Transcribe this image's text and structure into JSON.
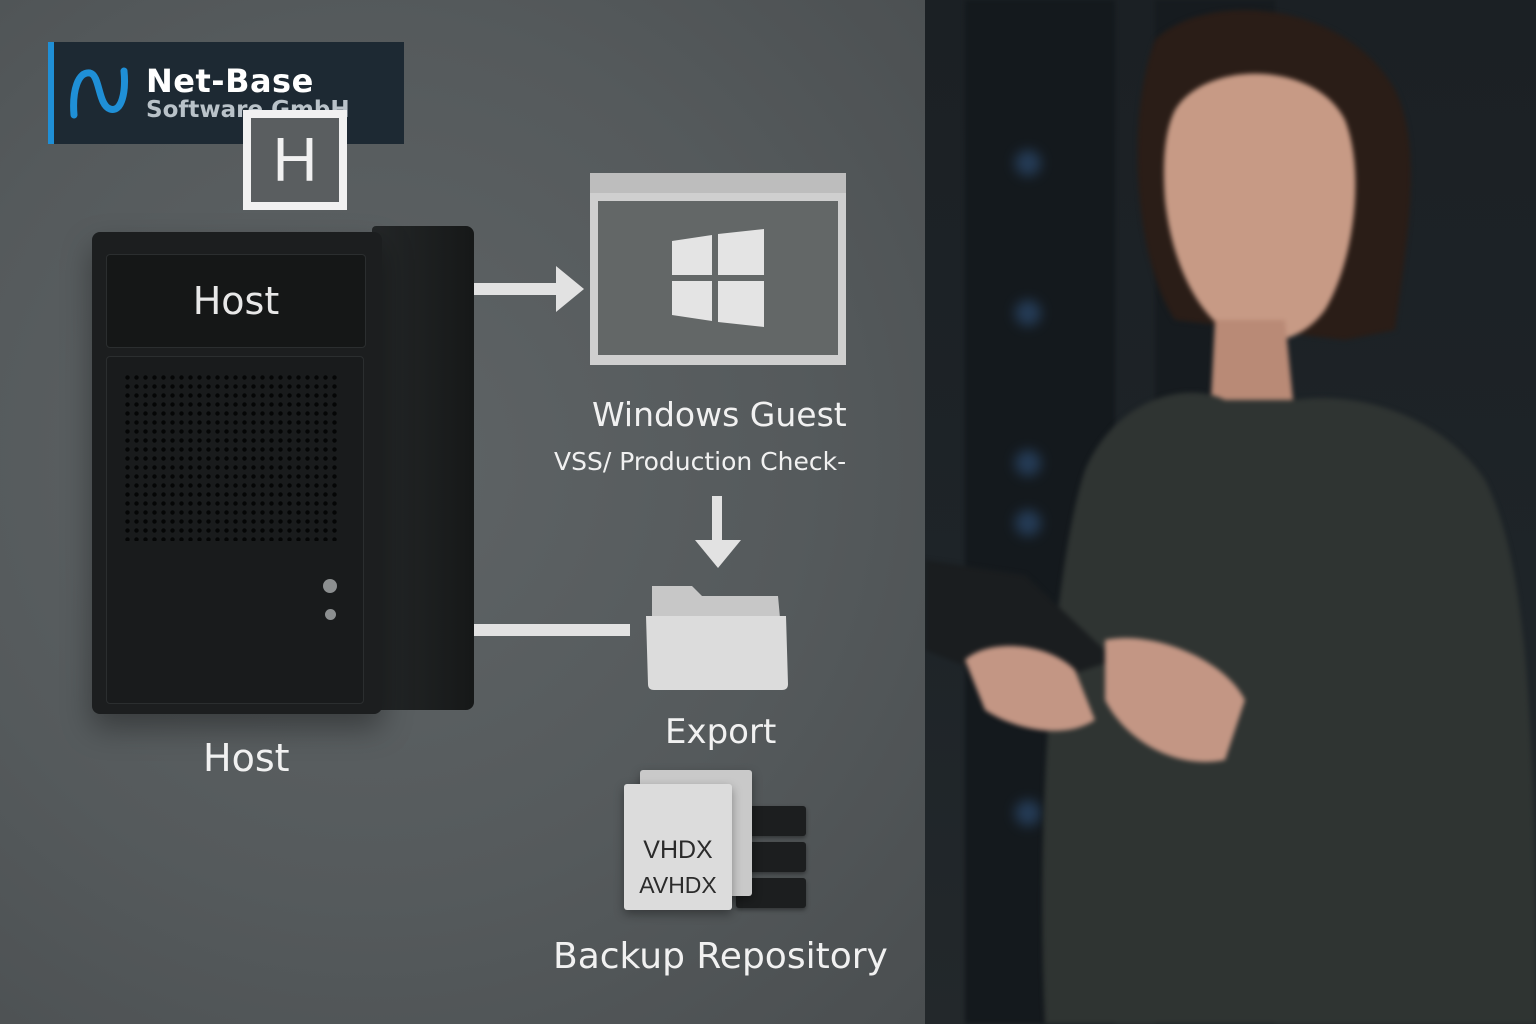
{
  "logo": {
    "name": "Net-Base",
    "subtitle": "Software GmbH",
    "accent_color": "#1f8fd6",
    "icon": "netbase-wave-logo"
  },
  "diagram": {
    "hyperv_icon_letter": "H",
    "host_plate_label": "Host",
    "host_caption": "Host",
    "guest_icon": "windows-logo-icon",
    "guest_title": "Windows Guest",
    "guest_subtitle": "VSS/ Production Check-",
    "export_icon": "folder-icon",
    "export_label": "Export",
    "file_types": [
      "VHDX",
      "AVHDX"
    ],
    "repository_label": "Backup Repository"
  },
  "colors": {
    "panel_background": "#5b5f61",
    "server_body": "#1c1e1f",
    "arrow": "#e2e2e2",
    "text": "#f1f1f1"
  }
}
